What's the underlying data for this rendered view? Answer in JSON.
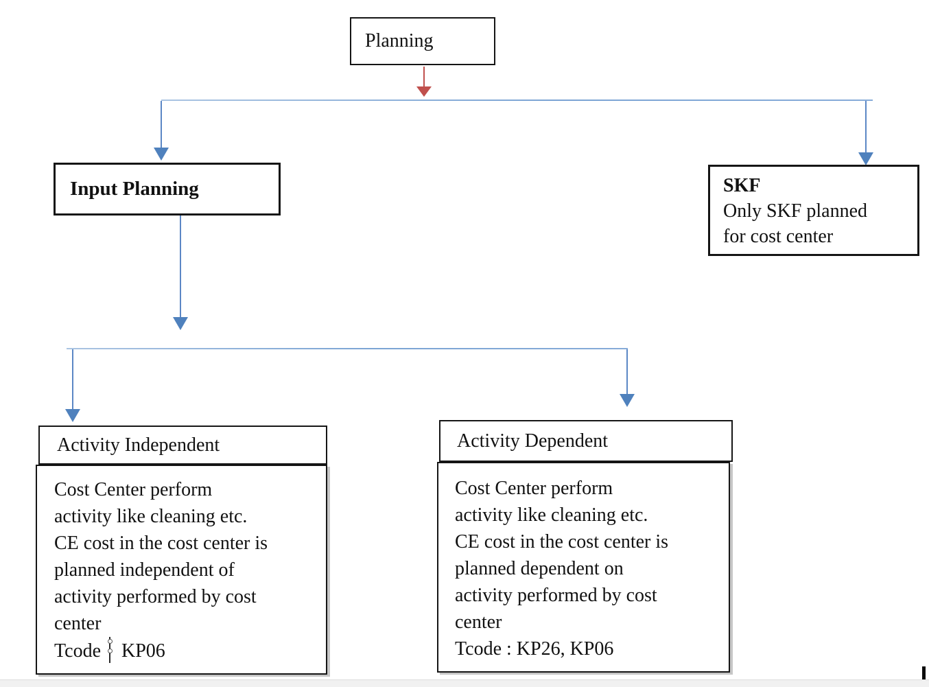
{
  "planning": {
    "label": "Planning"
  },
  "input_planning": {
    "label": "Input Planning"
  },
  "skf": {
    "title": "SKF",
    "line1": "Only SKF planned",
    "line2": "for cost center"
  },
  "activity_independent": {
    "header": "Activity Independent",
    "lines": [
      "Cost Center perform",
      "activity like cleaning etc.",
      "CE cost in the cost center is",
      "planned independent of",
      "activity performed by cost",
      "center"
    ],
    "tcode_prefix": "Tcode",
    "tcode_value": "KP06"
  },
  "activity_dependent": {
    "header": "Activity Dependent",
    "lines": [
      "Cost Center perform",
      "activity like cleaning etc.",
      "CE cost in the cost center is",
      "planned dependent on",
      "activity performed by cost",
      "center"
    ],
    "tcode_line": "Tcode : KP26, KP06"
  },
  "colors": {
    "connector_blue": "#4f81bd",
    "connector_light_blue": "#86abd8",
    "arrow_red": "#c0504d",
    "box_border": "#151515",
    "shadow_gray": "#c6c6c6"
  }
}
